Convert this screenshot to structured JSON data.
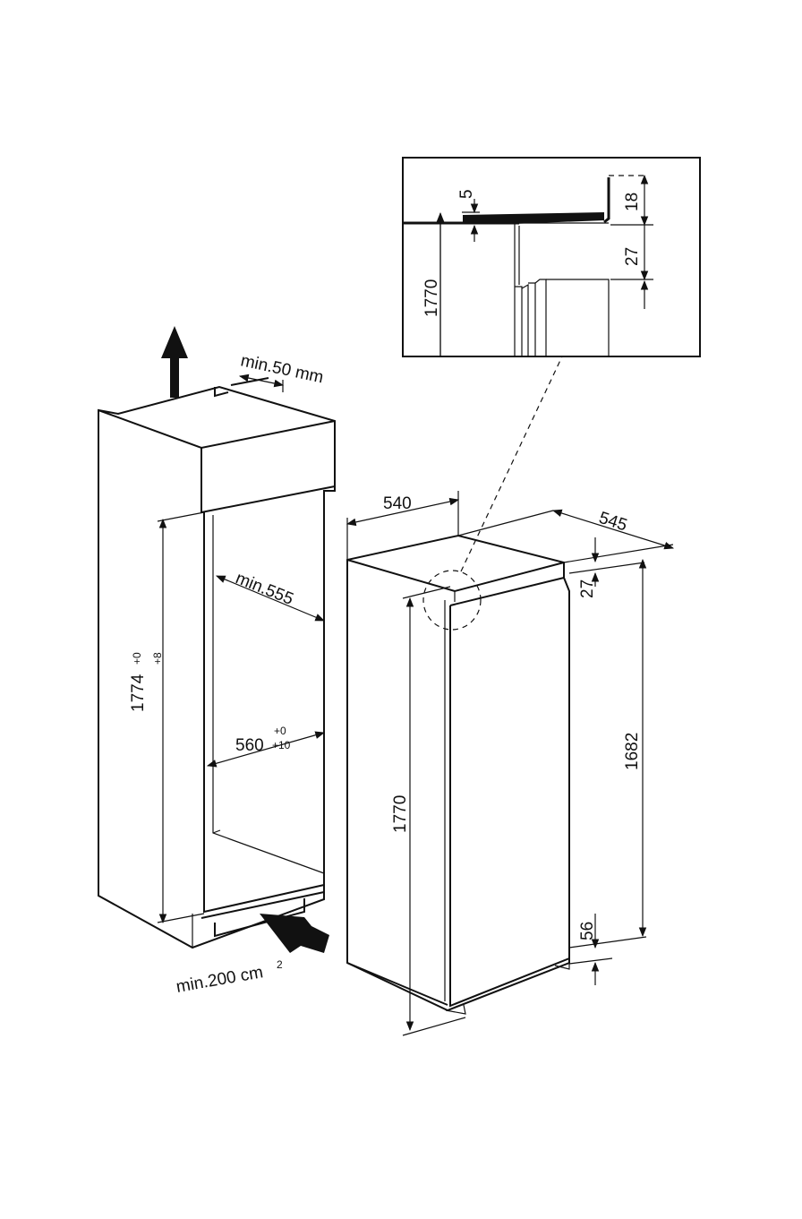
{
  "labels": {
    "min_50": "min.50 mm",
    "min_555": "min.555",
    "dim_560": "560",
    "dim_560_sup_top": "+0",
    "dim_560_sup_bottom": "+10",
    "dim_1774": "1774",
    "dim_1774_sup_top": "+0",
    "dim_1774_sup_bottom": "+8",
    "min_200": "min.200 cm",
    "min_200_sup": "2",
    "dim_540": "540",
    "dim_545": "545",
    "dim_27": "27",
    "dim_1682": "1682",
    "dim_56": "56",
    "dim_1770": "1770"
  },
  "detail": {
    "dim_5": "5",
    "dim_18": "18",
    "dim_27": "27",
    "dim_1770": "1770"
  },
  "colors": {
    "line": "#111111",
    "arrow_fill": "#111111",
    "background": "#ffffff"
  }
}
